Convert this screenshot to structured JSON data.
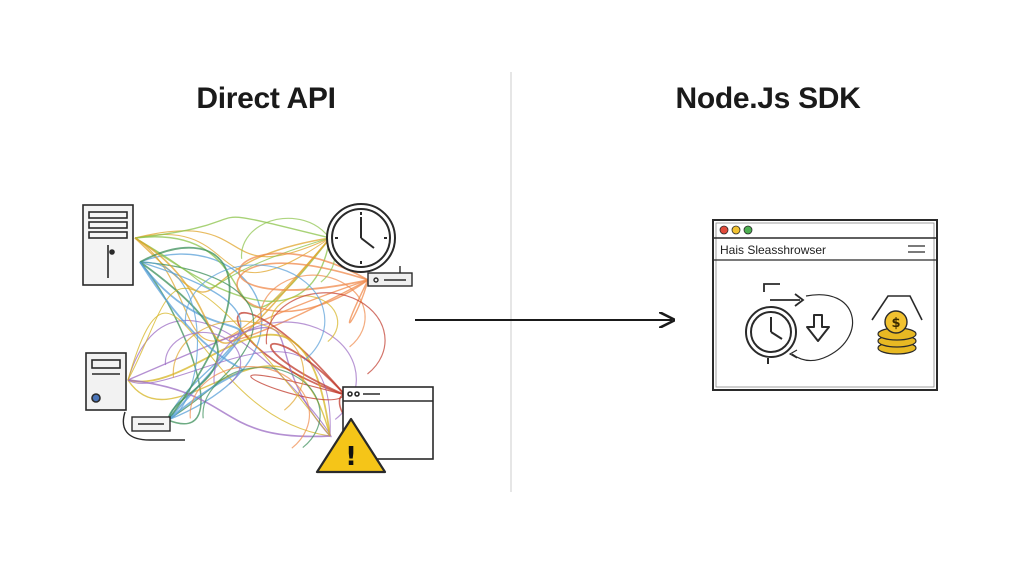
{
  "left_panel": {
    "title": "Direct API"
  },
  "right_panel": {
    "title": "Node.Js SDK",
    "browser_window": {
      "title_text": "Hais Sleasshrowser"
    }
  },
  "icons": {
    "left": [
      "server-tower-icon",
      "clock-icon",
      "network-switch-icon",
      "desktop-computer-icon",
      "keyboard-icon",
      "browser-window-icon",
      "warning-icon"
    ],
    "right": [
      "clock-icon",
      "down-arrow-icon",
      "transfer-arrow-icon",
      "coin-stack-icon",
      "dollar-icon"
    ]
  },
  "colors": {
    "ink": "#2a2a2a",
    "warning_yellow": "#f5c518",
    "coin_gold": "#e8b923",
    "window_red": "#e04a3a",
    "window_yellow": "#f2c230",
    "window_green": "#4caf50",
    "tangle": [
      "#e0a52c",
      "#5aa0d8",
      "#8bc34a",
      "#f08a4b",
      "#9b6bc3",
      "#3c8f5a",
      "#d6b422",
      "#c0392b"
    ]
  }
}
